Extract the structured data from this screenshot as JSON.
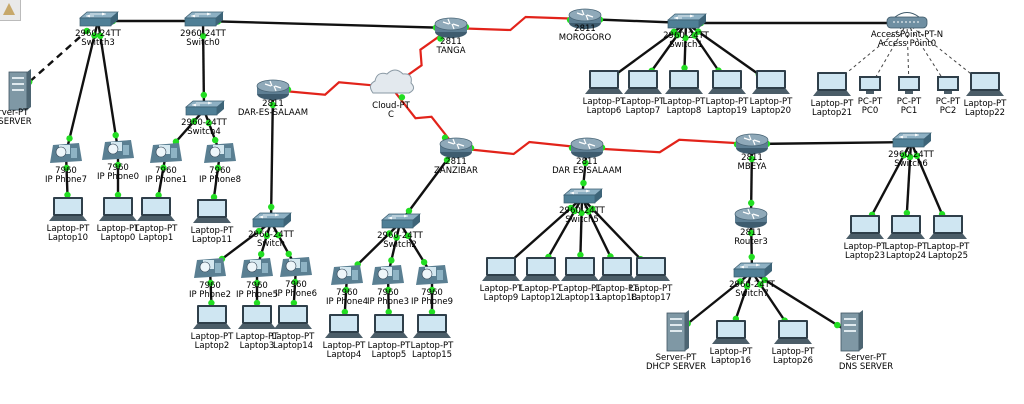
{
  "colors": {
    "copper": "#111111",
    "serial": "#e2231a",
    "link_light": "#22dd22",
    "router": "#5d7e93",
    "switch": "#4f7f96",
    "laptop_screen": "#cfe6f2"
  },
  "corner_icon": "edit-tool-icon",
  "devices": {
    "server_web": {
      "l1": "Server-PT",
      "l2": "EB  SERVER"
    },
    "switch3": {
      "l1": "2960-24TT",
      "l2": "Switch3"
    },
    "switch0": {
      "l1": "2960-24TT",
      "l2": "Switch0"
    },
    "switch4": {
      "l1": "2960-24TT",
      "l2": "Switch4"
    },
    "router_tanga": {
      "l1": "2811",
      "l2": "TANGA"
    },
    "router_morogoro": {
      "l1": "2811",
      "l2": "MOROGORO"
    },
    "switch1": {
      "l1": "2960-24TT",
      "l2": "Switch1"
    },
    "access_point": {
      "l1": "AccessPoint-PT-N",
      "l2": "Access Point0"
    },
    "router_dar_left": {
      "l1": "2811",
      "l2": "DAR-ES-SALAAM"
    },
    "cloud": {
      "l1": "Cloud-PT",
      "l2": "C"
    },
    "router_zanzibar": {
      "l1": "2811",
      "l2": "ZANZIBAR"
    },
    "router_dar_mid": {
      "l1": "2811",
      "l2": "DAR ES SALAAM"
    },
    "router_mbeya": {
      "l1": "2811",
      "l2": "MBEYA"
    },
    "switch6": {
      "l1": "2960-24TT",
      "l2": "Switch6"
    },
    "switch5": {
      "l1": "2960-24TT",
      "l2": "Switch5"
    },
    "switch_mid": {
      "l1": "2960-24TT",
      "l2": "Switch"
    },
    "switch2": {
      "l1": "2960-24TT",
      "l2": "Switch2"
    },
    "router3": {
      "l1": "2811",
      "l2": "Router3"
    },
    "switch7": {
      "l1": "2960-24TT",
      "l2": "Switch7"
    },
    "phone7": {
      "l1": "7960",
      "l2": "IP Phone7"
    },
    "phone0": {
      "l1": "7960",
      "l2": "IP Phone0"
    },
    "phone1": {
      "l1": "7960",
      "l2": "IP Phone1"
    },
    "phone8": {
      "l1": "7960",
      "l2": "IP Phone8"
    },
    "phone_a": {
      "l1": "7960",
      "l2": "IP Phone2"
    },
    "phone_b": {
      "l1": "7960",
      "l2": "IP Phone5"
    },
    "phone6": {
      "l1": "7960",
      "l2": "IP Phone6"
    },
    "phone4": {
      "l1": "7960",
      "l2": "IP Phone4"
    },
    "phone_c": {
      "l1": "7960",
      "l2": "IP Phone3"
    },
    "phone9": {
      "l1": "7960",
      "l2": "IP Phone9"
    },
    "laptop10": {
      "l1": "Laptop-PT",
      "l2": "Laptop10"
    },
    "laptop0": {
      "l1": "Laptop-PT",
      "l2": "Laptop0"
    },
    "laptop1": {
      "l1": "Laptop-PT",
      "l2": "Laptop1"
    },
    "laptop11": {
      "l1": "Laptop-PT",
      "l2": "Laptop11"
    },
    "laptop2": {
      "l1": "Laptop-PT",
      "l2": "Laptop2"
    },
    "laptop3": {
      "l1": "Laptop-PT",
      "l2": "Laptop3"
    },
    "laptop14": {
      "l1": "Laptop-PT",
      "l2": "Laptop14"
    },
    "laptop4": {
      "l1": "Laptop-PT",
      "l2": "Laptop4"
    },
    "laptop5": {
      "l1": "Laptop-PT",
      "l2": "Laptop5"
    },
    "laptop15": {
      "l1": "Laptop-PT",
      "l2": "Laptop15"
    },
    "laptop6": {
      "l1": "Laptop-PT",
      "l2": "Laptop6"
    },
    "laptop7": {
      "l1": "Laptop-PT",
      "l2": "Laptop7"
    },
    "laptop8": {
      "l1": "Laptop-PT",
      "l2": "Laptop8"
    },
    "laptop19": {
      "l1": "Laptop-PT",
      "l2": "Laptop19"
    },
    "laptop20": {
      "l1": "Laptop-PT",
      "l2": "Laptop20"
    },
    "laptop21": {
      "l1": "Laptop-PT",
      "l2": "Laptop21"
    },
    "pc0": {
      "l1": "PC-PT",
      "l2": "PC0"
    },
    "pc1": {
      "l1": "PC-PT",
      "l2": "PC1"
    },
    "pc2": {
      "l1": "PC-PT",
      "l2": "PC2"
    },
    "laptop22": {
      "l1": "Laptop-PT",
      "l2": "Laptop22"
    },
    "laptop9": {
      "l1": "Laptop-PT",
      "l2": "Laptop9"
    },
    "laptop12": {
      "l1": "Laptop-PT",
      "l2": "Laptop12"
    },
    "laptop13": {
      "l1": "Laptop-PT",
      "l2": "Laptop13"
    },
    "laptop18": {
      "l1": "Laptop-PT",
      "l2": "Laptop18"
    },
    "laptop17": {
      "l1": "Laptop-PT",
      "l2": "Laptop17"
    },
    "server_dhcp": {
      "l1": "Server-PT",
      "l2": "DHCP  SERVER"
    },
    "laptop16": {
      "l1": "Laptop-PT",
      "l2": "Laptop16"
    },
    "laptop26": {
      "l1": "Laptop-PT",
      "l2": "Laptop26"
    },
    "server_dns": {
      "l1": "Server-PT",
      "l2": "DNS  SERVER"
    },
    "laptop23": {
      "l1": "Laptop-PT",
      "l2": "Laptop23"
    },
    "laptop24": {
      "l1": "Laptop-PT",
      "l2": "Laptop24"
    },
    "laptop25": {
      "l1": "Laptop-PT",
      "l2": "Laptop25"
    }
  },
  "links": [
    {
      "a": "switch3",
      "b": "switch0",
      "kind": "copper"
    },
    {
      "a": "switch0",
      "b": "router_tanga",
      "kind": "copper"
    },
    {
      "a": "switch3",
      "b": "server_web",
      "kind": "dashed"
    },
    {
      "a": "switch3",
      "b": "phone7",
      "kind": "copper"
    },
    {
      "a": "switch3",
      "b": "phone0",
      "kind": "copper"
    },
    {
      "a": "switch0",
      "b": "switch4",
      "kind": "copper"
    },
    {
      "a": "switch4",
      "b": "phone1",
      "kind": "copper"
    },
    {
      "a": "switch4",
      "b": "phone8",
      "kind": "copper"
    },
    {
      "a": "phone7",
      "b": "laptop10",
      "kind": "copper"
    },
    {
      "a": "phone0",
      "b": "laptop0",
      "kind": "copper"
    },
    {
      "a": "phone1",
      "b": "laptop1",
      "kind": "copper"
    },
    {
      "a": "phone8",
      "b": "laptop11",
      "kind": "copper"
    },
    {
      "a": "router_tanga",
      "b": "router_morogoro",
      "kind": "serial"
    },
    {
      "a": "router_morogoro",
      "b": "switch1",
      "kind": "copper"
    },
    {
      "a": "switch1",
      "b": "access_point",
      "kind": "copper"
    },
    {
      "a": "switch1",
      "b": "laptop6",
      "kind": "copper"
    },
    {
      "a": "switch1",
      "b": "laptop7",
      "kind": "copper"
    },
    {
      "a": "switch1",
      "b": "laptop8",
      "kind": "copper"
    },
    {
      "a": "switch1",
      "b": "laptop19",
      "kind": "copper"
    },
    {
      "a": "switch1",
      "b": "laptop20",
      "kind": "copper"
    },
    {
      "a": "access_point",
      "b": "laptop21",
      "kind": "wireless"
    },
    {
      "a": "access_point",
      "b": "pc0",
      "kind": "wireless"
    },
    {
      "a": "access_point",
      "b": "pc1",
      "kind": "wireless"
    },
    {
      "a": "access_point",
      "b": "pc2",
      "kind": "wireless"
    },
    {
      "a": "access_point",
      "b": "laptop22",
      "kind": "wireless"
    },
    {
      "a": "router_tanga",
      "b": "cloud",
      "kind": "serial"
    },
    {
      "a": "router_dar_left",
      "b": "cloud",
      "kind": "serial"
    },
    {
      "a": "cloud",
      "b": "router_zanzibar",
      "kind": "serial"
    },
    {
      "a": "router_dar_left",
      "b": "switch_mid",
      "kind": "copper"
    },
    {
      "a": "switch_mid",
      "b": "phone_a",
      "kind": "copper"
    },
    {
      "a": "switch_mid",
      "b": "phone_b",
      "kind": "copper"
    },
    {
      "a": "switch_mid",
      "b": "phone6",
      "kind": "copper"
    },
    {
      "a": "phone_a",
      "b": "laptop2",
      "kind": "copper"
    },
    {
      "a": "phone_b",
      "b": "laptop3",
      "kind": "copper"
    },
    {
      "a": "phone6",
      "b": "laptop14",
      "kind": "copper"
    },
    {
      "a": "router_zanzibar",
      "b": "switch2",
      "kind": "copper"
    },
    {
      "a": "switch2",
      "b": "phone4",
      "kind": "copper"
    },
    {
      "a": "switch2",
      "b": "phone_c",
      "kind": "copper"
    },
    {
      "a": "switch2",
      "b": "phone9",
      "kind": "copper"
    },
    {
      "a": "phone4",
      "b": "laptop4",
      "kind": "copper"
    },
    {
      "a": "phone_c",
      "b": "laptop5",
      "kind": "copper"
    },
    {
      "a": "phone9",
      "b": "laptop15",
      "kind": "copper"
    },
    {
      "a": "router_zanzibar",
      "b": "router_dar_mid",
      "kind": "serial"
    },
    {
      "a": "router_dar_mid",
      "b": "router_mbeya",
      "kind": "serial"
    },
    {
      "a": "router_dar_mid",
      "b": "switch5",
      "kind": "copper"
    },
    {
      "a": "switch5",
      "b": "laptop9",
      "kind": "copper"
    },
    {
      "a": "switch5",
      "b": "laptop12",
      "kind": "copper"
    },
    {
      "a": "switch5",
      "b": "laptop13",
      "kind": "copper"
    },
    {
      "a": "switch5",
      "b": "laptop18",
      "kind": "copper"
    },
    {
      "a": "switch5",
      "b": "laptop17",
      "kind": "copper"
    },
    {
      "a": "router_mbeya",
      "b": "switch6",
      "kind": "copper"
    },
    {
      "a": "switch6",
      "b": "laptop23",
      "kind": "copper"
    },
    {
      "a": "switch6",
      "b": "laptop24",
      "kind": "copper"
    },
    {
      "a": "switch6",
      "b": "laptop25",
      "kind": "copper"
    },
    {
      "a": "router_mbeya",
      "b": "router3",
      "kind": "copper"
    },
    {
      "a": "router3",
      "b": "switch7",
      "kind": "copper"
    },
    {
      "a": "switch7",
      "b": "server_dhcp",
      "kind": "copper"
    },
    {
      "a": "switch7",
      "b": "laptop16",
      "kind": "copper"
    },
    {
      "a": "switch7",
      "b": "laptop26",
      "kind": "copper"
    },
    {
      "a": "switch7",
      "b": "server_dns",
      "kind": "copper"
    }
  ]
}
